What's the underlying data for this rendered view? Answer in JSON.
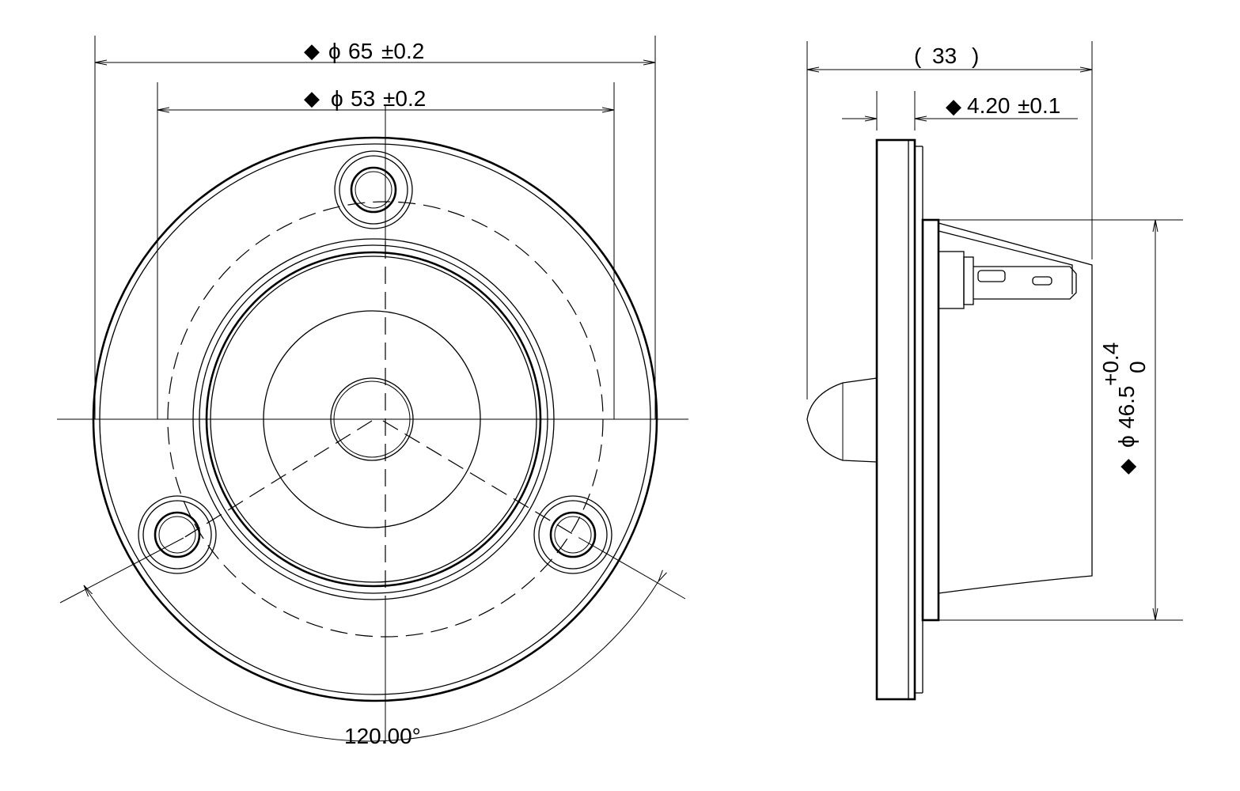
{
  "front_view": {
    "dim_outer": {
      "symbol": "◆",
      "diameter_sign": "ϕ",
      "value": "65",
      "tolerance": "±0.2"
    },
    "dim_bolt_circle": {
      "symbol": "◆",
      "diameter_sign": "ϕ",
      "value": "53",
      "tolerance": "±0.2"
    },
    "angle_label": "120.00°"
  },
  "side_view": {
    "dim_depth": {
      "open": "(",
      "value": "33",
      "close": ")"
    },
    "dim_flange": {
      "symbol": "◆",
      "value": "4.20",
      "tolerance": "±0.1"
    },
    "dim_body": {
      "symbol": "◆",
      "diameter_sign": "ϕ",
      "value": "46.5",
      "tol_upper": "+0.4",
      "tol_lower": "0"
    }
  }
}
